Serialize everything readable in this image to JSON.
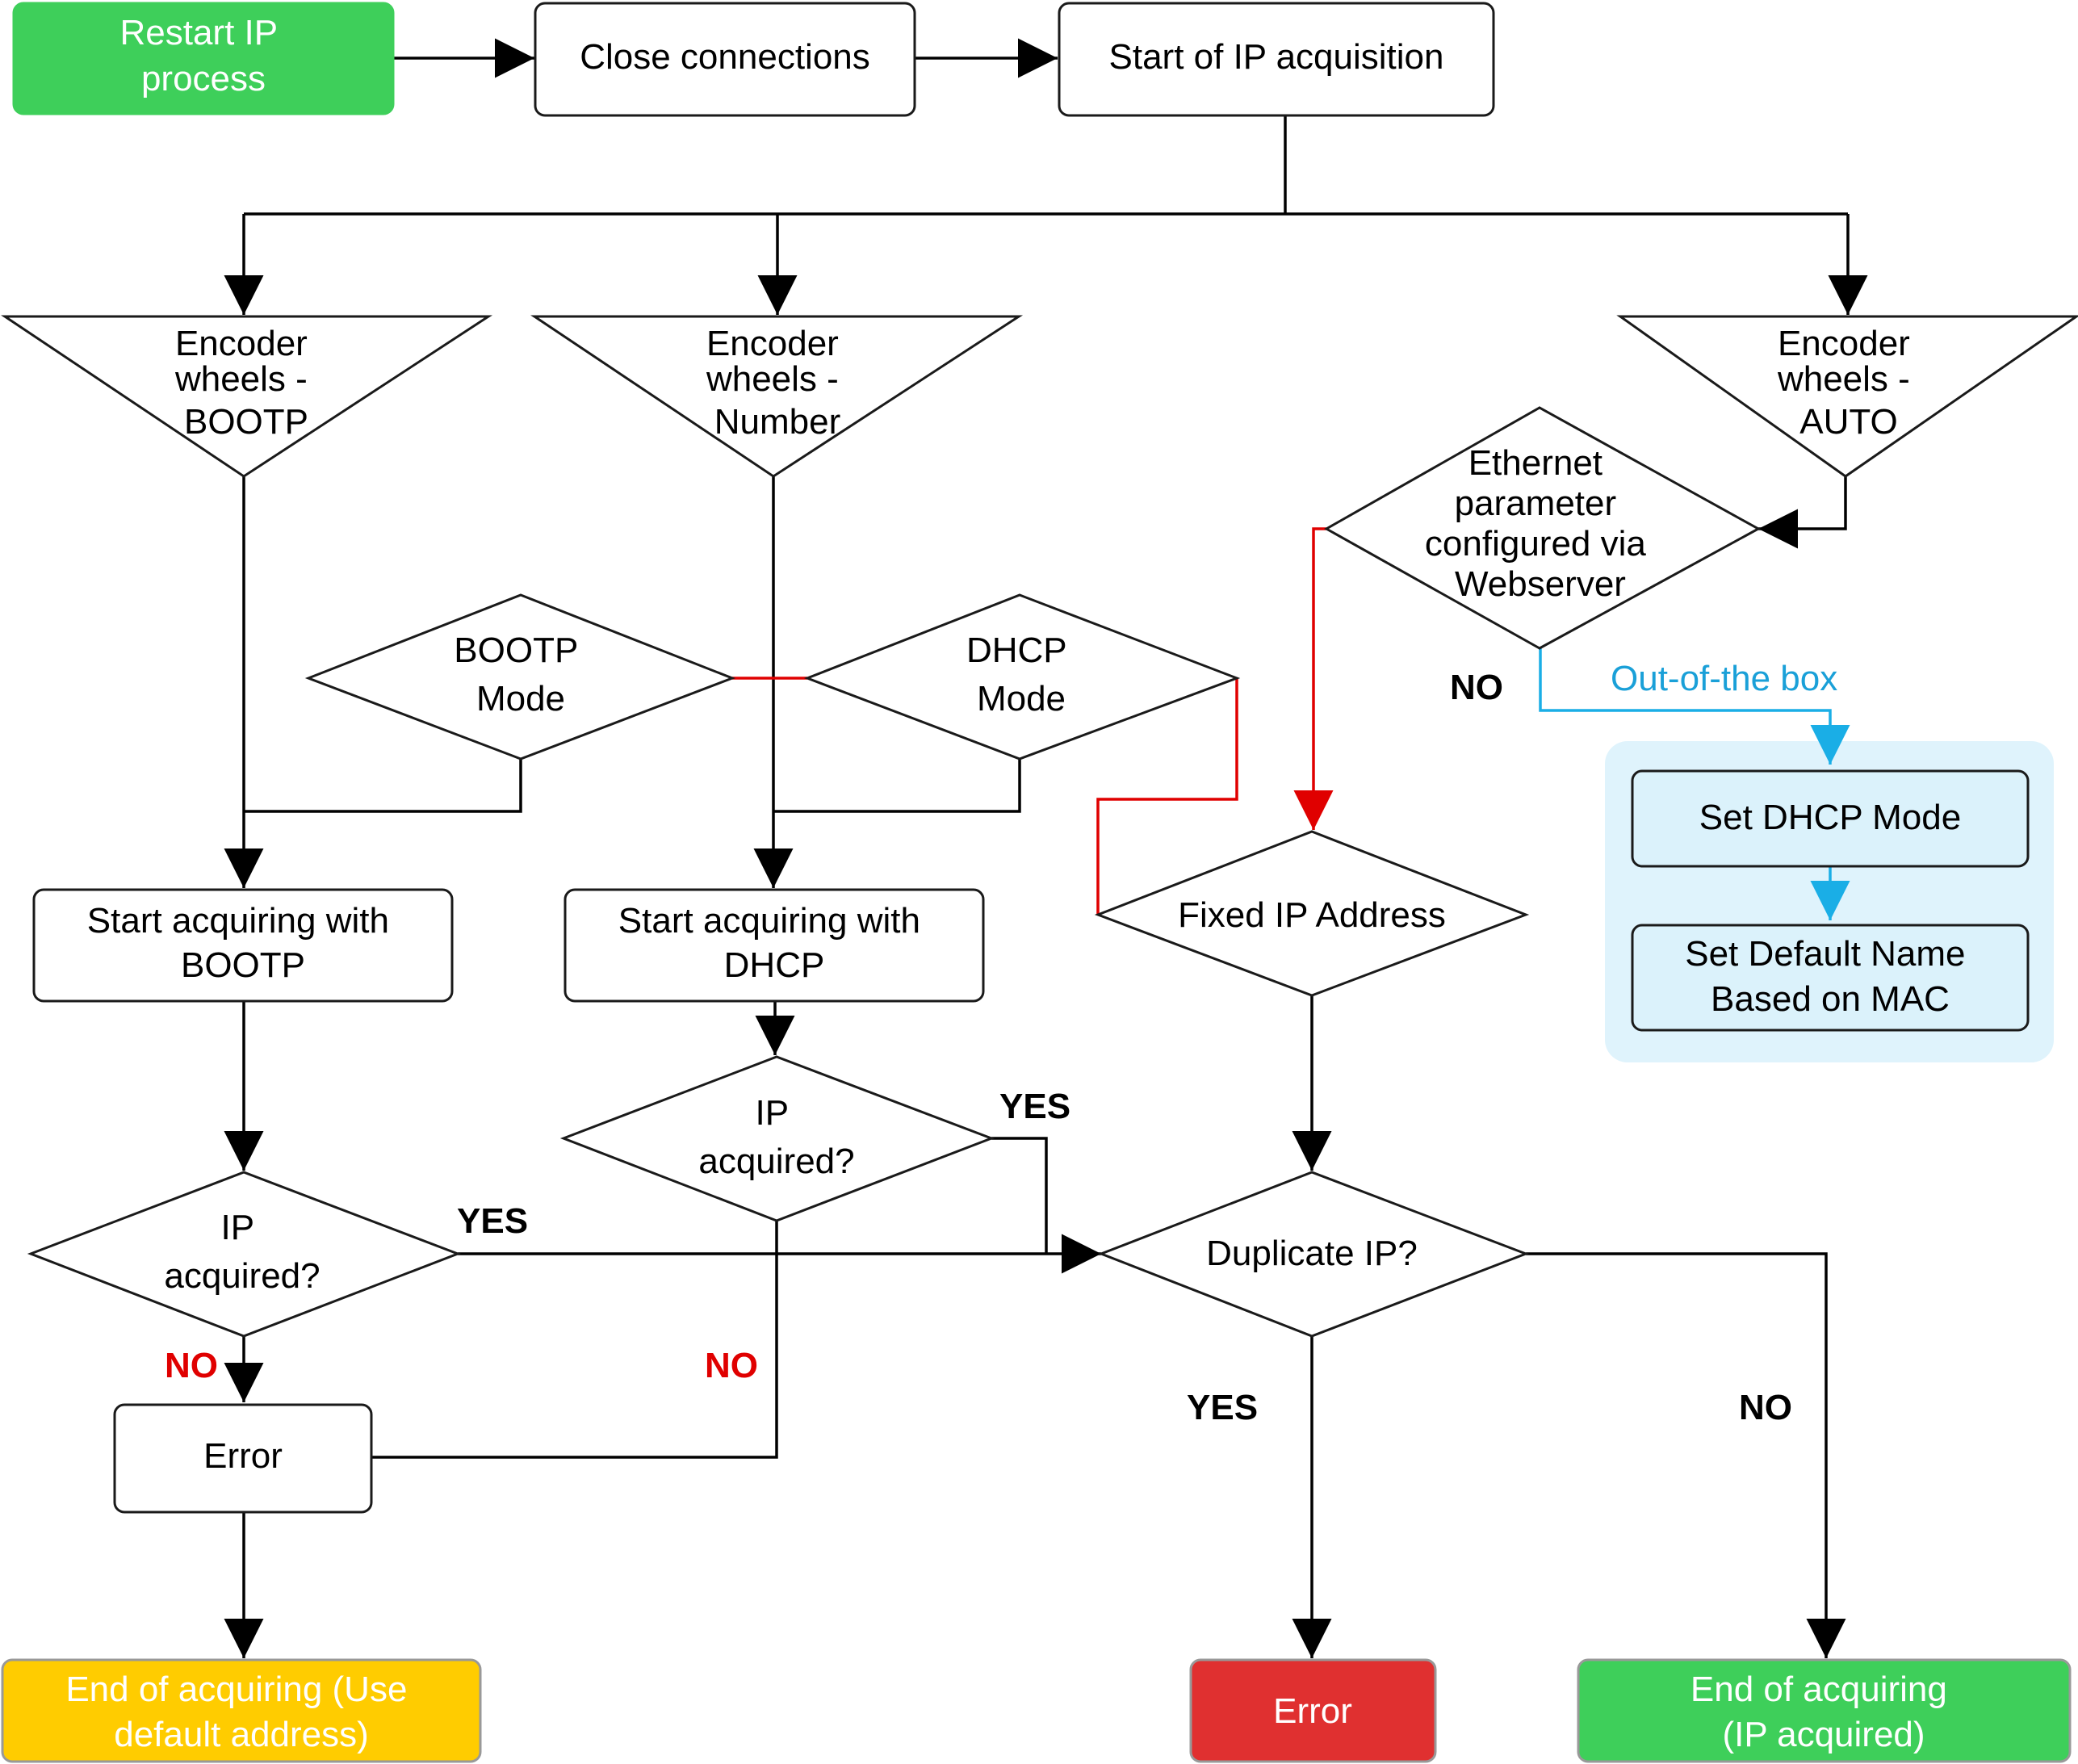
{
  "colors": {
    "start_green": "#3ecf5a",
    "end_green": "#3ecf5a",
    "end_yellow": "#ffcc00",
    "error_red": "#e03030",
    "auto_group_bg": "#dff3fc",
    "auto_box_fill": "#dbf2fb",
    "red_path": "#e00000",
    "blue_path": "#1aaee6",
    "no_red_label": "#e00000"
  },
  "nodes": {
    "restart_ip": [
      "Restart IP",
      "process"
    ],
    "close_connections": [
      "Close connections"
    ],
    "start_ip_acquisition": [
      "Start of IP acquisition"
    ],
    "encoder_bootp": [
      "Encoder",
      "wheels -",
      "BOOTP"
    ],
    "encoder_number": [
      "Encoder",
      "wheels -",
      "Number"
    ],
    "encoder_auto": [
      "Encoder",
      "wheels -",
      "AUTO"
    ],
    "ethernet_param": [
      "Ethernet",
      "parameter",
      "configured via",
      "Webserver"
    ],
    "bootp_mode": [
      "BOOTP",
      "Mode"
    ],
    "dhcp_mode": [
      "DHCP",
      "Mode"
    ],
    "set_dhcp_mode": [
      "Set DHCP Mode"
    ],
    "set_default_name": [
      "Set Default Name",
      "Based on MAC"
    ],
    "fixed_ip": [
      "Fixed IP Address"
    ],
    "start_bootp": [
      "Start acquiring with",
      "BOOTP"
    ],
    "start_dhcp": [
      "Start acquiring with",
      "DHCP"
    ],
    "ip_acquired_dhcp": [
      "IP",
      "acquired?"
    ],
    "ip_acquired_bootp": [
      "IP",
      "acquired?"
    ],
    "duplicate_ip": [
      "Duplicate IP?"
    ],
    "error_mid": [
      "Error"
    ],
    "end_default": [
      "End of acquiring (Use",
      "default address)"
    ],
    "error_final": [
      "Error"
    ],
    "end_acquired": [
      "End of acquiring",
      "(IP acquired)"
    ]
  },
  "edge_labels": {
    "no_webserver": "NO",
    "out_of_box": "Out-of-the box",
    "yes_dhcp": "YES",
    "yes_bootp": "YES",
    "no_bootp": "NO",
    "no_dhcp": "NO",
    "yes_duplicate": "YES",
    "no_duplicate": "NO"
  }
}
